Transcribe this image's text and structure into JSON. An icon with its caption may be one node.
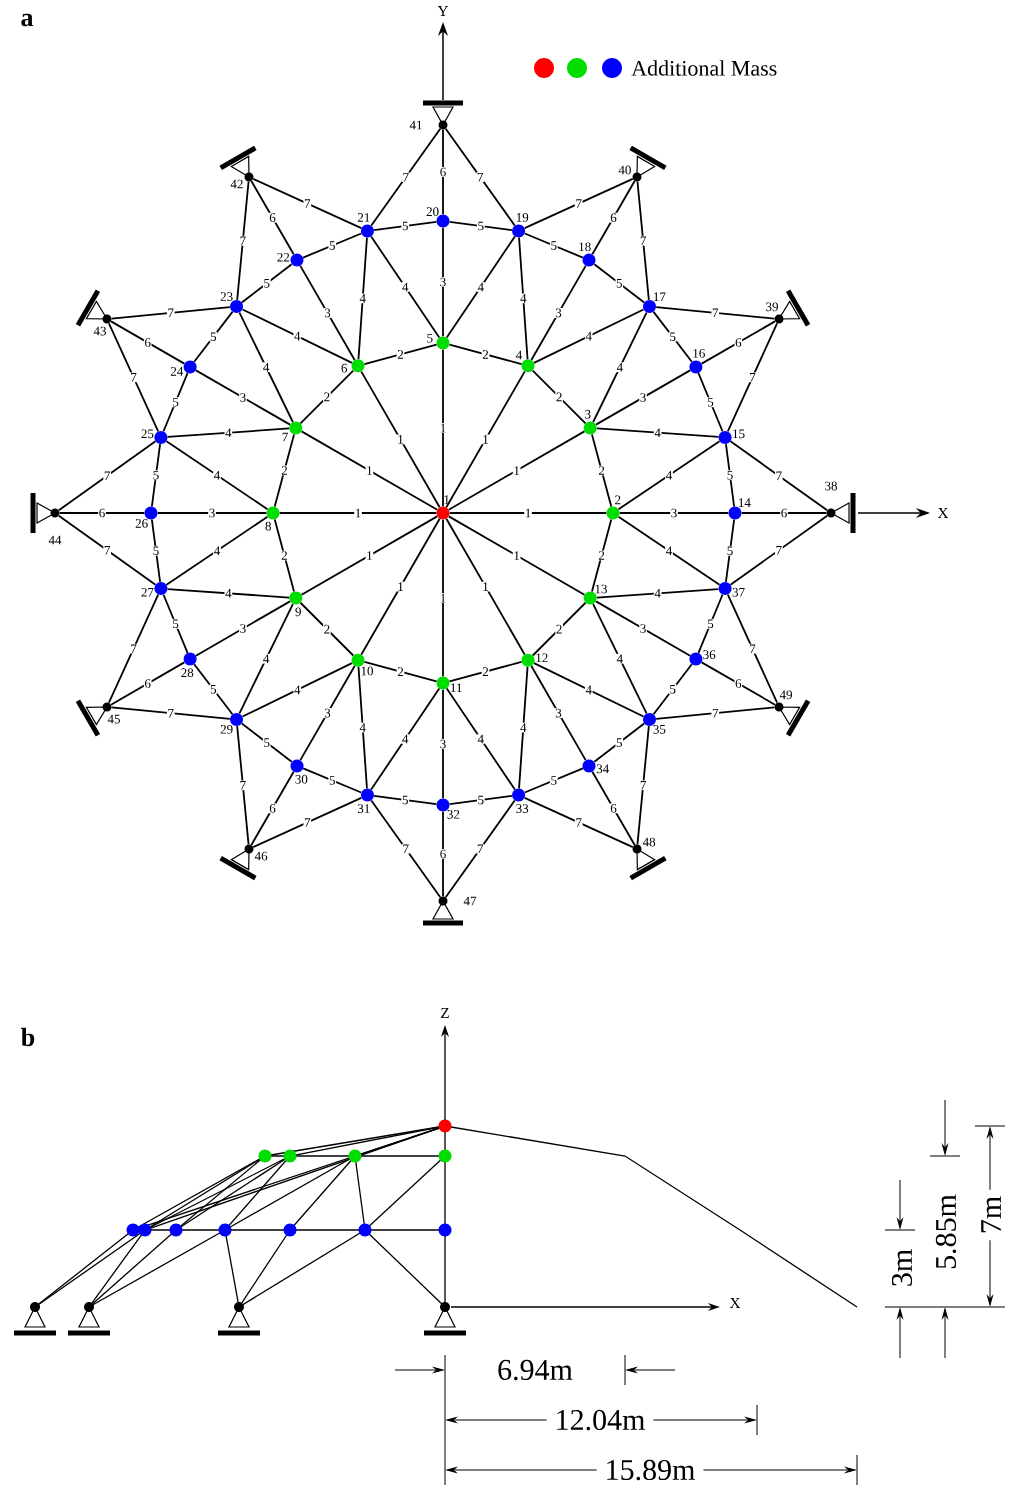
{
  "diagram": {
    "nodes": [
      {
        "text": [],
        "shape": "circle",
        "beside": [
          "1"
        ]
      },
      {
        "text": [],
        "shape": "circle",
        "beside": [
          "2"
        ]
      },
      {
        "text": [],
        "shape": "circle",
        "beside": [
          "3"
        ]
      },
      {
        "text": [],
        "shape": "circle",
        "beside": [
          "4"
        ]
      },
      {
        "text": [],
        "shape": "circle",
        "beside": [
          "5"
        ]
      },
      {
        "text": [],
        "shape": "circle",
        "beside": [
          "6"
        ]
      },
      {
        "text": [],
        "shape": "circle",
        "beside": [
          "7"
        ]
      },
      {
        "text": [],
        "shape": "circle",
        "beside": [
          "8"
        ]
      },
      {
        "text": [],
        "shape": "circle",
        "beside": [
          "9"
        ]
      },
      {
        "text": [],
        "shape": "circle",
        "beside": [
          "10"
        ]
      },
      {
        "text": [],
        "shape": "circle",
        "beside": [
          "11"
        ]
      },
      {
        "text": [],
        "shape": "circle",
        "beside": [
          "12"
        ]
      },
      {
        "text": [],
        "shape": "circle",
        "beside": [
          "13"
        ]
      },
      {
        "text": [],
        "shape": "circle",
        "beside": [
          "14"
        ]
      },
      {
        "text": [],
        "shape": "circle",
        "beside": [
          "15"
        ]
      },
      {
        "text": [],
        "shape": "circle",
        "beside": [
          "16"
        ]
      },
      {
        "text": [],
        "shape": "circle",
        "beside": [
          "17"
        ]
      },
      {
        "text": [],
        "shape": "circle",
        "beside": [
          "18"
        ]
      },
      {
        "text": [],
        "shape": "circle",
        "beside": [
          "19"
        ]
      },
      {
        "text": [],
        "shape": "circle",
        "beside": [
          "20"
        ]
      },
      {
        "text": [],
        "shape": "circle",
        "beside": [
          "21"
        ]
      },
      {
        "text": [],
        "shape": "circle",
        "beside": [
          "22"
        ]
      },
      {
        "text": [],
        "shape": "circle",
        "beside": [
          "23"
        ]
      },
      {
        "text": [],
        "shape": "circle",
        "beside": [
          "24"
        ]
      },
      {
        "text": [],
        "shape": "circle",
        "beside": [
          "25"
        ]
      },
      {
        "text": [],
        "shape": "circle",
        "beside": [
          "26"
        ]
      },
      {
        "text": [],
        "shape": "circle",
        "beside": [
          "27"
        ]
      },
      {
        "text": [],
        "shape": "circle",
        "beside": [
          "28"
        ]
      },
      {
        "text": [],
        "shape": "circle",
        "beside": [
          "29"
        ]
      },
      {
        "text": [],
        "shape": "circle",
        "beside": [
          "30"
        ]
      },
      {
        "text": [],
        "shape": "circle",
        "beside": [
          "31"
        ]
      },
      {
        "text": [],
        "shape": "circle",
        "beside": [
          "32"
        ]
      },
      {
        "text": [],
        "shape": "circle",
        "beside": [
          "33"
        ]
      },
      {
        "text": [],
        "shape": "circle",
        "beside": [
          "34"
        ]
      },
      {
        "text": [],
        "shape": "circle",
        "beside": [
          "35"
        ]
      },
      {
        "text": [],
        "shape": "circle",
        "beside": [
          "36"
        ]
      },
      {
        "text": [],
        "shape": "circle",
        "beside": [
          "37"
        ]
      },
      {
        "text": [],
        "shape": "circle",
        "beside": [
          "38"
        ]
      },
      {
        "text": [],
        "shape": "circle",
        "beside": [
          "39"
        ]
      },
      {
        "text": [],
        "shape": "circle",
        "beside": [
          "40"
        ]
      },
      {
        "text": [],
        "shape": "circle",
        "beside": [
          "41"
        ]
      },
      {
        "text": [],
        "shape": "circle",
        "beside": [
          "42"
        ]
      },
      {
        "text": [],
        "shape": "circle",
        "beside": [
          "43"
        ]
      },
      {
        "text": [],
        "shape": "circle",
        "beside": [
          "44"
        ]
      },
      {
        "text": [],
        "shape": "circle",
        "beside": [
          "45"
        ]
      },
      {
        "text": [],
        "shape": "circle",
        "beside": [
          "46"
        ]
      },
      {
        "text": [],
        "shape": "circle",
        "beside": [
          "47"
        ]
      },
      {
        "text": [],
        "shape": "circle",
        "beside": [
          "48"
        ]
      },
      {
        "text": [],
        "shape": "circle",
        "beside": [
          "49"
        ]
      }
    ],
    "edges": [
      {
        "from": 0,
        "to": 1,
        "arrow": "none",
        "label": "1"
      },
      {
        "from": 0,
        "to": 2,
        "arrow": "none",
        "label": "1"
      },
      {
        "from": 0,
        "to": 3,
        "arrow": "none",
        "label": "1"
      },
      {
        "from": 0,
        "to": 4,
        "arrow": "none",
        "label": "1"
      },
      {
        "from": 0,
        "to": 5,
        "arrow": "none",
        "label": "1"
      },
      {
        "from": 0,
        "to": 6,
        "arrow": "none",
        "label": "1"
      },
      {
        "from": 0,
        "to": 7,
        "arrow": "none",
        "label": "1"
      },
      {
        "from": 0,
        "to": 8,
        "arrow": "none",
        "label": "1"
      },
      {
        "from": 0,
        "to": 9,
        "arrow": "none",
        "label": "1"
      },
      {
        "from": 0,
        "to": 10,
        "arrow": "none",
        "label": "1"
      },
      {
        "from": 0,
        "to": 11,
        "arrow": "none",
        "label": "1"
      },
      {
        "from": 0,
        "to": 12,
        "arrow": "none",
        "label": "1"
      },
      {
        "from": 1,
        "to": 2,
        "arrow": "none",
        "label": "2"
      },
      {
        "from": 2,
        "to": 3,
        "arrow": "none",
        "label": "2"
      },
      {
        "from": 3,
        "to": 4,
        "arrow": "none",
        "label": "2"
      },
      {
        "from": 4,
        "to": 5,
        "arrow": "none",
        "label": "2"
      },
      {
        "from": 5,
        "to": 6,
        "arrow": "none",
        "label": "2"
      },
      {
        "from": 6,
        "to": 7,
        "arrow": "none",
        "label": "2"
      },
      {
        "from": 7,
        "to": 8,
        "arrow": "none",
        "label": "2"
      },
      {
        "from": 8,
        "to": 9,
        "arrow": "none",
        "label": "2"
      },
      {
        "from": 9,
        "to": 10,
        "arrow": "none",
        "label": "2"
      },
      {
        "from": 10,
        "to": 11,
        "arrow": "none",
        "label": "2"
      },
      {
        "from": 11,
        "to": 12,
        "arrow": "none",
        "label": "2"
      },
      {
        "from": 12,
        "to": 1,
        "arrow": "none",
        "label": "2"
      },
      {
        "from": 1,
        "to": 13,
        "arrow": "none",
        "label": "3"
      },
      {
        "from": 2,
        "to": 15,
        "arrow": "none",
        "label": "3"
      },
      {
        "from": 3,
        "to": 17,
        "arrow": "none",
        "label": "3"
      },
      {
        "from": 4,
        "to": 19,
        "arrow": "none",
        "label": "3"
      },
      {
        "from": 5,
        "to": 21,
        "arrow": "none",
        "label": "3"
      },
      {
        "from": 6,
        "to": 23,
        "arrow": "none",
        "label": "3"
      },
      {
        "from": 7,
        "to": 25,
        "arrow": "none",
        "label": "3"
      },
      {
        "from": 8,
        "to": 27,
        "arrow": "none",
        "label": "3"
      },
      {
        "from": 9,
        "to": 29,
        "arrow": "none",
        "label": "3"
      },
      {
        "from": 10,
        "to": 31,
        "arrow": "none",
        "label": "3"
      },
      {
        "from": 11,
        "to": 33,
        "arrow": "none",
        "label": "3"
      },
      {
        "from": 12,
        "to": 35,
        "arrow": "none",
        "label": "3"
      },
      {
        "from": 1,
        "to": 14,
        "arrow": "none",
        "label": "4"
      },
      {
        "from": 1,
        "to": 36,
        "arrow": "none",
        "label": "4"
      },
      {
        "from": 2,
        "to": 14,
        "arrow": "none",
        "label": "4"
      },
      {
        "from": 2,
        "to": 16,
        "arrow": "none",
        "label": "4"
      },
      {
        "from": 3,
        "to": 16,
        "arrow": "none",
        "label": "4"
      },
      {
        "from": 3,
        "to": 18,
        "arrow": "none",
        "label": "4"
      },
      {
        "from": 4,
        "to": 18,
        "arrow": "none",
        "label": "4"
      },
      {
        "from": 4,
        "to": 20,
        "arrow": "none",
        "label": "4"
      },
      {
        "from": 5,
        "to": 20,
        "arrow": "none",
        "label": "4"
      },
      {
        "from": 5,
        "to": 22,
        "arrow": "none",
        "label": "4"
      },
      {
        "from": 6,
        "to": 22,
        "arrow": "none",
        "label": "4"
      },
      {
        "from": 6,
        "to": 24,
        "arrow": "none",
        "label": "4"
      },
      {
        "from": 7,
        "to": 24,
        "arrow": "none",
        "label": "4"
      },
      {
        "from": 7,
        "to": 26,
        "arrow": "none",
        "label": "4"
      },
      {
        "from": 8,
        "to": 26,
        "arrow": "none",
        "label": "4"
      },
      {
        "from": 8,
        "to": 28,
        "arrow": "none",
        "label": "4"
      },
      {
        "from": 9,
        "to": 28,
        "arrow": "none",
        "label": "4"
      },
      {
        "from": 9,
        "to": 30,
        "arrow": "none",
        "label": "4"
      },
      {
        "from": 10,
        "to": 30,
        "arrow": "none",
        "label": "4"
      },
      {
        "from": 10,
        "to": 32,
        "arrow": "none",
        "label": "4"
      },
      {
        "from": 11,
        "to": 32,
        "arrow": "none",
        "label": "4"
      },
      {
        "from": 11,
        "to": 34,
        "arrow": "none",
        "label": "4"
      },
      {
        "from": 12,
        "to": 34,
        "arrow": "none",
        "label": "4"
      },
      {
        "from": 12,
        "to": 36,
        "arrow": "none",
        "label": "4"
      },
      {
        "from": 13,
        "to": 14,
        "arrow": "none",
        "label": "5"
      },
      {
        "from": 14,
        "to": 15,
        "arrow": "none",
        "label": "5"
      },
      {
        "from": 15,
        "to": 16,
        "arrow": "none",
        "label": "5"
      },
      {
        "from": 16,
        "to": 17,
        "arrow": "none",
        "label": "5"
      },
      {
        "from": 17,
        "to": 18,
        "arrow": "none",
        "label": "5"
      },
      {
        "from": 18,
        "to": 19,
        "arrow": "none",
        "label": "5"
      },
      {
        "from": 19,
        "to": 20,
        "arrow": "none",
        "label": "5"
      },
      {
        "from": 20,
        "to": 21,
        "arrow": "none",
        "label": "5"
      },
      {
        "from": 21,
        "to": 22,
        "arrow": "none",
        "label": "5"
      },
      {
        "from": 22,
        "to": 23,
        "arrow": "none",
        "label": "5"
      },
      {
        "from": 23,
        "to": 24,
        "arrow": "none",
        "label": "5"
      },
      {
        "from": 24,
        "to": 25,
        "arrow": "none",
        "label": "5"
      },
      {
        "from": 25,
        "to": 26,
        "arrow": "none",
        "label": "5"
      },
      {
        "from": 26,
        "to": 27,
        "arrow": "none",
        "label": "5"
      },
      {
        "from": 27,
        "to": 28,
        "arrow": "none",
        "label": "5"
      },
      {
        "from": 28,
        "to": 29,
        "arrow": "none",
        "label": "5"
      },
      {
        "from": 29,
        "to": 30,
        "arrow": "none",
        "label": "5"
      },
      {
        "from": 30,
        "to": 31,
        "arrow": "none",
        "label": "5"
      },
      {
        "from": 31,
        "to": 32,
        "arrow": "none",
        "label": "5"
      },
      {
        "from": 32,
        "to": 33,
        "arrow": "none",
        "label": "5"
      },
      {
        "from": 33,
        "to": 34,
        "arrow": "none",
        "label": "5"
      },
      {
        "from": 34,
        "to": 35,
        "arrow": "none",
        "label": "5"
      },
      {
        "from": 35,
        "to": 36,
        "arrow": "none",
        "label": "5"
      },
      {
        "from": 36,
        "to": 13,
        "arrow": "none",
        "label": "5"
      },
      {
        "from": 37,
        "to": 13,
        "arrow": "none",
        "label": "6"
      },
      {
        "from": 38,
        "to": 15,
        "arrow": "none",
        "label": "6"
      },
      {
        "from": 39,
        "to": 17,
        "arrow": "none",
        "label": "6"
      },
      {
        "from": 40,
        "to": 19,
        "arrow": "none",
        "label": "6"
      },
      {
        "from": 41,
        "to": 21,
        "arrow": "none",
        "label": "6"
      },
      {
        "from": 42,
        "to": 23,
        "arrow": "none",
        "label": "6"
      },
      {
        "from": 43,
        "to": 25,
        "arrow": "none",
        "label": "6"
      },
      {
        "from": 44,
        "to": 27,
        "arrow": "none",
        "label": "6"
      },
      {
        "from": 45,
        "to": 29,
        "arrow": "none",
        "label": "6"
      },
      {
        "from": 46,
        "to": 31,
        "arrow": "none",
        "label": "6"
      },
      {
        "from": 47,
        "to": 33,
        "arrow": "none",
        "label": "6"
      },
      {
        "from": 48,
        "to": 35,
        "arrow": "none",
        "label": "6"
      },
      {
        "from": 37,
        "to": 14,
        "arrow": "none",
        "label": "7"
      },
      {
        "from": 37,
        "to": 36,
        "arrow": "none",
        "label": "7"
      },
      {
        "from": 38,
        "to": 14,
        "arrow": "none",
        "label": "7"
      },
      {
        "from": 38,
        "to": 16,
        "arrow": "none",
        "label": "7"
      },
      {
        "from": 39,
        "to": 16,
        "arrow": "none",
        "label": "7"
      },
      {
        "from": 39,
        "to": 18,
        "arrow": "none",
        "label": "7"
      },
      {
        "from": 40,
        "to": 18,
        "arrow": "none",
        "label": "7"
      },
      {
        "from": 40,
        "to": 20,
        "arrow": "none",
        "label": "7"
      },
      {
        "from": 41,
        "to": 20,
        "arrow": "none",
        "label": "7"
      },
      {
        "from": 41,
        "to": 22,
        "arrow": "none",
        "label": "7"
      },
      {
        "from": 42,
        "to": 22,
        "arrow": "none",
        "label": "7"
      },
      {
        "from": 42,
        "to": 24,
        "arrow": "none",
        "label": "7"
      },
      {
        "from": 43,
        "to": 24,
        "arrow": "none",
        "label": "7"
      },
      {
        "from": 43,
        "to": 26,
        "arrow": "none",
        "label": "7"
      },
      {
        "from": 44,
        "to": 26,
        "arrow": "none",
        "label": "7"
      },
      {
        "from": 44,
        "to": 28,
        "arrow": "none",
        "label": "7"
      },
      {
        "from": 45,
        "to": 28,
        "arrow": "none",
        "label": "7"
      },
      {
        "from": 45,
        "to": 30,
        "arrow": "none",
        "label": "7"
      },
      {
        "from": 46,
        "to": 30,
        "arrow": "none",
        "label": "7"
      },
      {
        "from": 46,
        "to": 32,
        "arrow": "none",
        "label": "7"
      },
      {
        "from": 47,
        "to": 32,
        "arrow": "none",
        "label": "7"
      },
      {
        "from": 47,
        "to": 34,
        "arrow": "none",
        "label": "7"
      },
      {
        "from": 48,
        "to": 34,
        "arrow": "none",
        "label": "7"
      },
      {
        "from": 48,
        "to": 36,
        "arrow": "none",
        "label": "7"
      }
    ],
    "labels": [
      "a",
      "Y",
      "X",
      "b",
      "Z",
      "X",
      "6.94m",
      "12.04m",
      "15.89m",
      "3m",
      "5.85m",
      "7m"
    ],
    "legend": [
      {
        "text": "Additional Mass"
      }
    ]
  }
}
